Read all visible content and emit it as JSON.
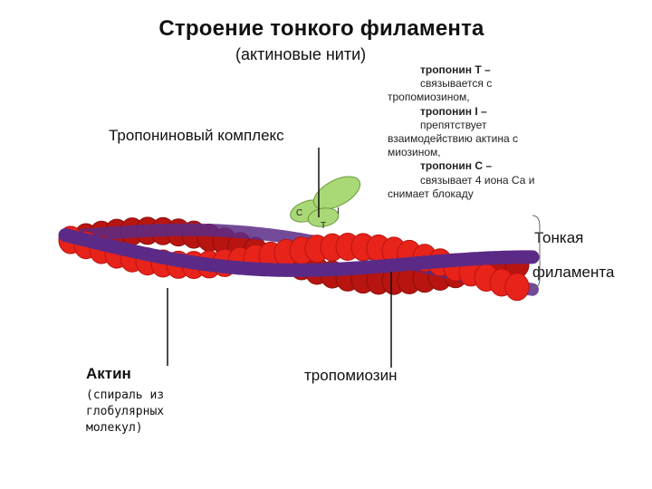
{
  "title": "Строение тонкого филамента",
  "subtitle": "(актиновые нити)",
  "troponin_notes": [
    {
      "text": "тропонин Т –",
      "bold": true,
      "indent": true
    },
    {
      "text": "связывается с",
      "bold": false,
      "indent": true
    },
    {
      "text": "тропомиозином,",
      "bold": false,
      "indent": false
    },
    {
      "text": "тропонин I –",
      "bold": true,
      "indent": true
    },
    {
      "text": "препятствует",
      "bold": false,
      "indent": true
    },
    {
      "text": "взаимодействию актина с",
      "bold": false,
      "indent": false
    },
    {
      "text": "миозином,",
      "bold": false,
      "indent": false
    },
    {
      "text": "тропонин С –",
      "bold": true,
      "indent": true
    },
    {
      "text": "связывает 4 иона Са и",
      "bold": false,
      "indent": true
    },
    {
      "text": "снимает блокаду",
      "bold": false,
      "indent": false
    }
  ],
  "labels": {
    "troponin_complex": "Тропониновый комплекс",
    "thin_filament_line1": "Тонкая",
    "thin_filament_line2": "филамента",
    "actin": "Актин",
    "actin_note": [
      "(спираль из",
      "глобулярных",
      "молекул)"
    ],
    "tropomyosin": "тропомиозин",
    "subunit_c": "C",
    "subunit_i": "I",
    "subunit_t": "T"
  },
  "colors": {
    "actin": "#e8231a",
    "actin_dark": "#b81410",
    "tropomyosin": "#5b2a86",
    "troponin": "#a9d876",
    "pointer": "#111111"
  }
}
